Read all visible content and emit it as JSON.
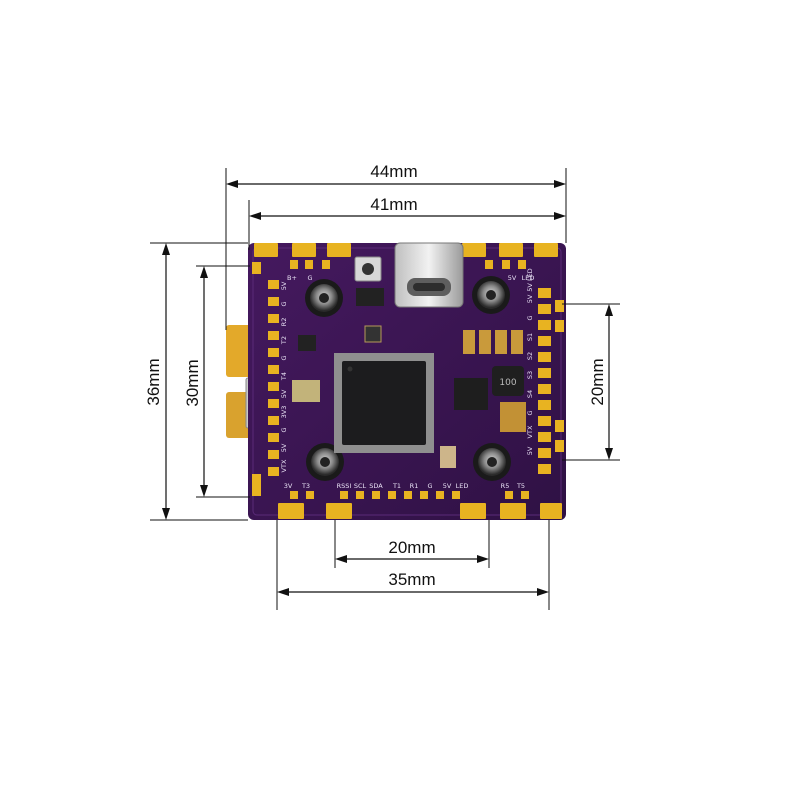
{
  "dimensions": {
    "overall_width": "44mm",
    "board_width": "41mm",
    "overall_height": "36mm",
    "pin_height": "30mm",
    "right_mount": "20mm",
    "bottom_mount": "20mm",
    "bottom_width": "35mm"
  },
  "board": {
    "pad_labels_left": [
      "5V",
      "G",
      "R2",
      "T2",
      "G",
      "T4",
      "5V",
      "3V3",
      "G",
      "5V",
      "VTX"
    ],
    "pad_labels_right": [
      "5V LED",
      "5V",
      "G",
      "S1",
      "S2",
      "S3",
      "S4",
      "G",
      "VTX",
      "5V"
    ],
    "pad_labels_bottom": [
      "3V",
      "T3",
      "RSSI",
      "SCL",
      "SDA",
      "T1",
      "R1",
      "G",
      "5V",
      "LED",
      "R5",
      "T5"
    ],
    "pad_labels_top": [
      "B+",
      "G",
      "5V",
      "LED"
    ],
    "inductor_label": "100"
  },
  "colors": {
    "board": "#3a1652",
    "gold": "#e8b321",
    "silk": "#e9e2f5",
    "chip": "#1c1c1e"
  }
}
